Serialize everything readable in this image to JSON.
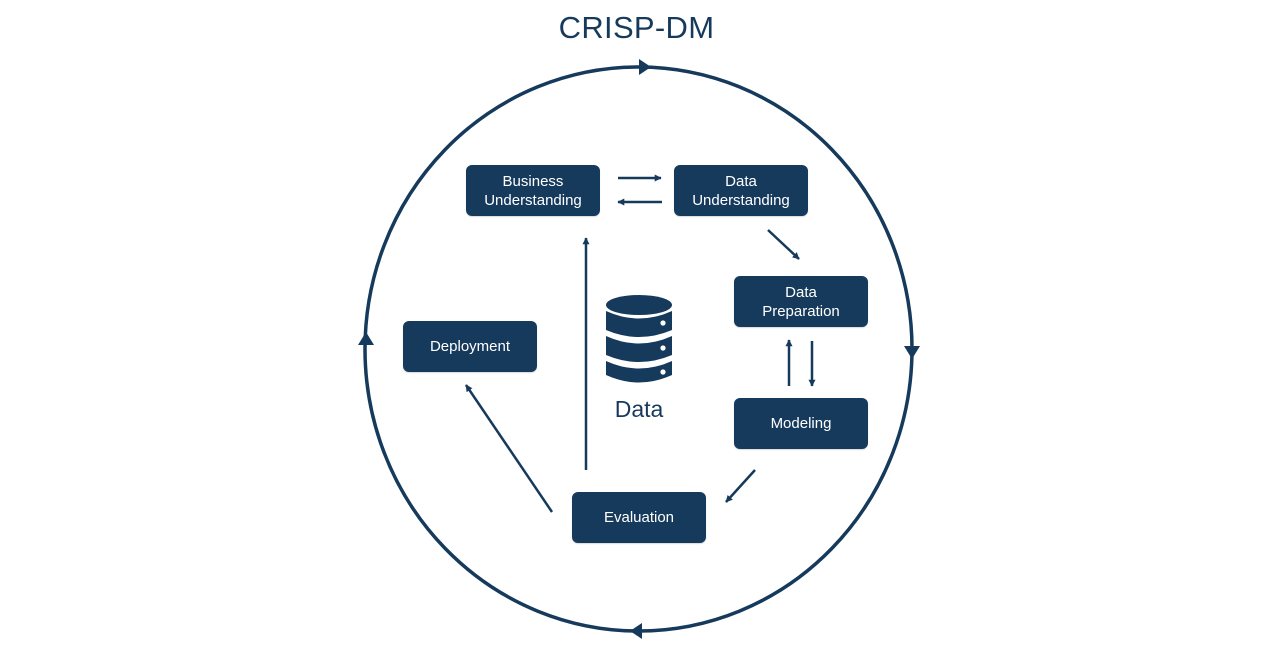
{
  "diagram": {
    "title": "CRISP-DM",
    "center_label": "Data",
    "center_icon": "database-icon",
    "colors": {
      "primary": "#163a5c",
      "box_text": "#ffffff",
      "background": "#ffffff"
    },
    "phases": {
      "business_understanding": "Business\nUnderstanding",
      "data_understanding": "Data\nUnderstanding",
      "data_preparation": "Data\nPreparation",
      "modeling": "Modeling",
      "evaluation": "Evaluation",
      "deployment": "Deployment"
    }
  }
}
